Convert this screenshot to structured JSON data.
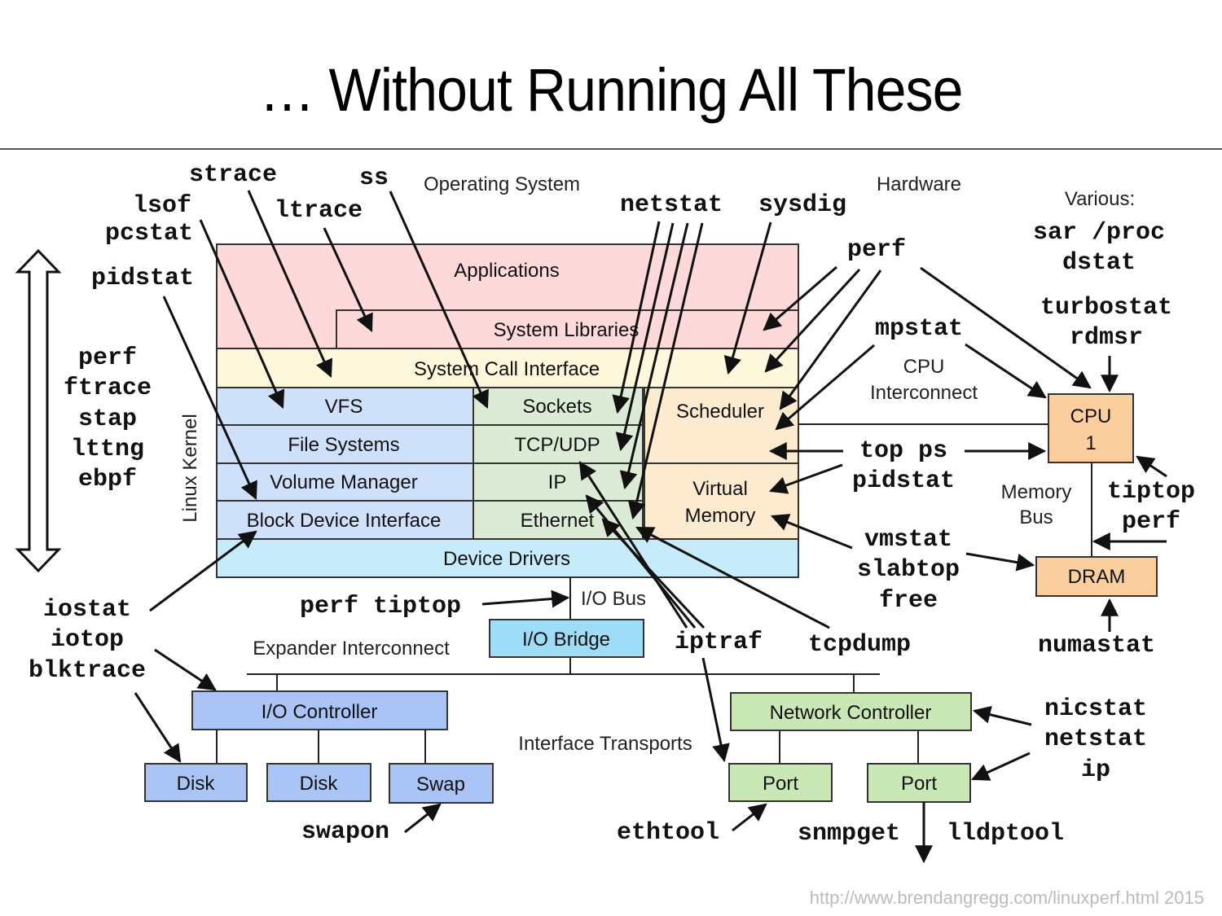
{
  "title": "… Without Running All These",
  "footer": "http://www.brendangregg.com/linuxperf.html 2015",
  "colors": {
    "applications": "#fdd9d9",
    "syscall": "#fdf8db",
    "storage_stack": "#cfe0fb",
    "network_stack": "#dcebd5",
    "scheduler_vm": "#fdebd0",
    "device_drivers": "#c6ecfb",
    "io_bridge": "#9fdcf6",
    "io_controller": "#a9c4f5",
    "network_controller": "#c9e8b5",
    "cpu_dram": "#fbcf9d"
  },
  "regions": {
    "operating_system": "Operating System",
    "hardware": "Hardware",
    "various": "Various:",
    "linux_kernel": "Linux Kernel",
    "cpu_interconnect_1": "CPU",
    "cpu_interconnect_2": "Interconnect",
    "memory_bus_1": "Memory",
    "memory_bus_2": "Bus",
    "io_bus": "I/O Bus",
    "expander_interconnect": "Expander Interconnect",
    "interface_transports": "Interface Transports"
  },
  "components": {
    "applications": "Applications",
    "system_libraries": "System Libraries",
    "system_call_interface": "System Call Interface",
    "vfs": "VFS",
    "file_systems": "File Systems",
    "volume_manager": "Volume Manager",
    "block_device_interface": "Block Device Interface",
    "sockets": "Sockets",
    "tcp_udp": "TCP/UDP",
    "ip": "IP",
    "ethernet": "Ethernet",
    "scheduler": "Scheduler",
    "virtual_memory_1": "Virtual",
    "virtual_memory_2": "Memory",
    "device_drivers": "Device Drivers",
    "io_bridge": "I/O Bridge",
    "io_controller": "I/O Controller",
    "disk_1": "Disk",
    "disk_2": "Disk",
    "swap": "Swap",
    "network_controller": "Network Controller",
    "port_1": "Port",
    "port_2": "Port",
    "cpu_1": "CPU",
    "cpu_2": "1",
    "dram": "DRAM"
  },
  "tools": {
    "strace": "strace",
    "ss": "ss",
    "lsof": "lsof",
    "ltrace": "ltrace",
    "pcstat": "pcstat",
    "pidstat_left": "pidstat",
    "netstat_top": "netstat",
    "sysdig": "sysdig",
    "perf_top": "perf",
    "sar_proc": "sar /proc",
    "dstat": "dstat",
    "turbostat": "turbostat",
    "rdmsr": "rdmsr",
    "mpstat": "mpstat",
    "left_stack": [
      "perf",
      "ftrace",
      "stap",
      "lttng",
      "ebpf"
    ],
    "top_ps": "top ps",
    "pidstat_right": "pidstat",
    "tiptop_right": "tiptop",
    "perf_right": "perf",
    "vmstat": "vmstat",
    "slabtop": "slabtop",
    "free": "free",
    "numastat": "numastat",
    "iostat": "iostat",
    "iotop": "iotop",
    "blktrace": "blktrace",
    "perf_tiptop": "perf tiptop",
    "iptraf": "iptraf",
    "tcpdump": "tcpdump",
    "swapon": "swapon",
    "ethtool": "ethtool",
    "snmpget": "snmpget",
    "lldptool": "lldptool",
    "nicstat": "nicstat",
    "netstat_bottom": "netstat",
    "ip": "ip"
  }
}
